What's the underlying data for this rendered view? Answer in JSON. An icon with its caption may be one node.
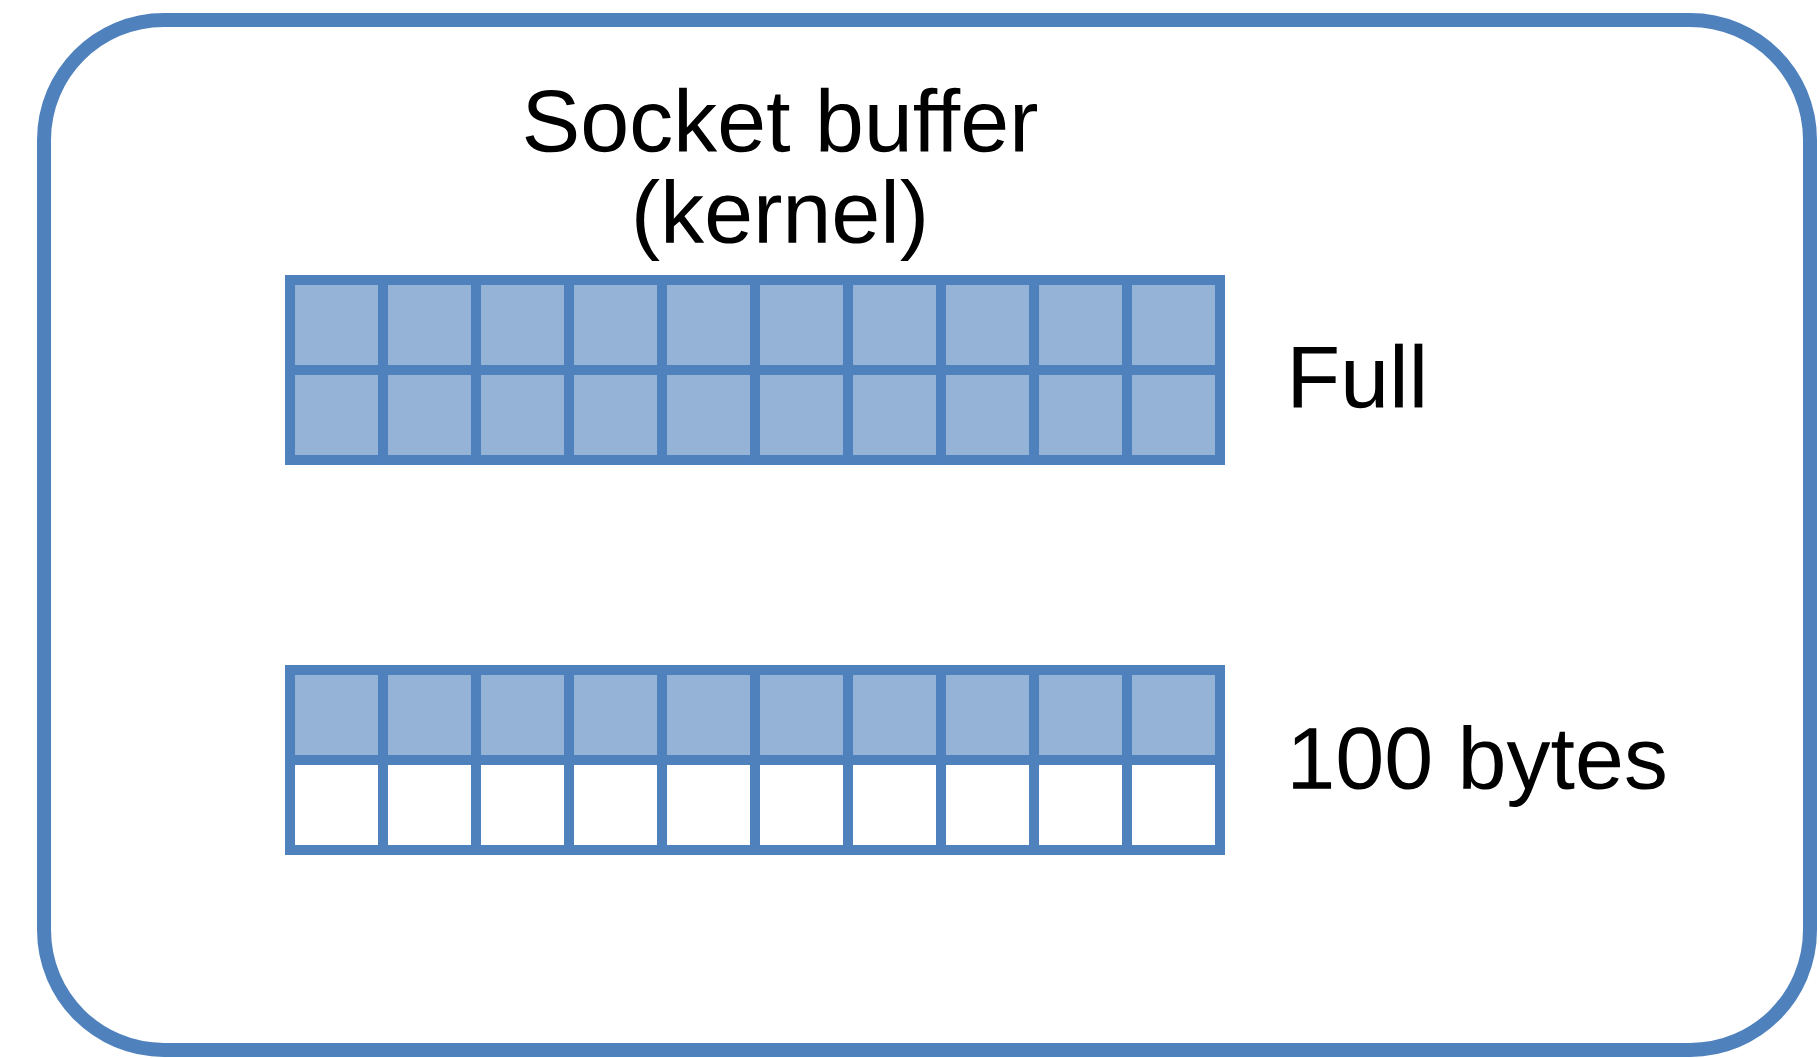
{
  "diagram": {
    "nodes": [
      {
        "text": [
          "Socket buffer",
          "(kernel)"
        ]
      },
      {
        "text": [],
        "shape": "box",
        "in": 0,
        "beside": [
          "Full"
        ]
      },
      {
        "text": [],
        "shape": "box",
        "in": 0,
        "beside": [
          "100 bytes"
        ]
      }
    ]
  }
}
